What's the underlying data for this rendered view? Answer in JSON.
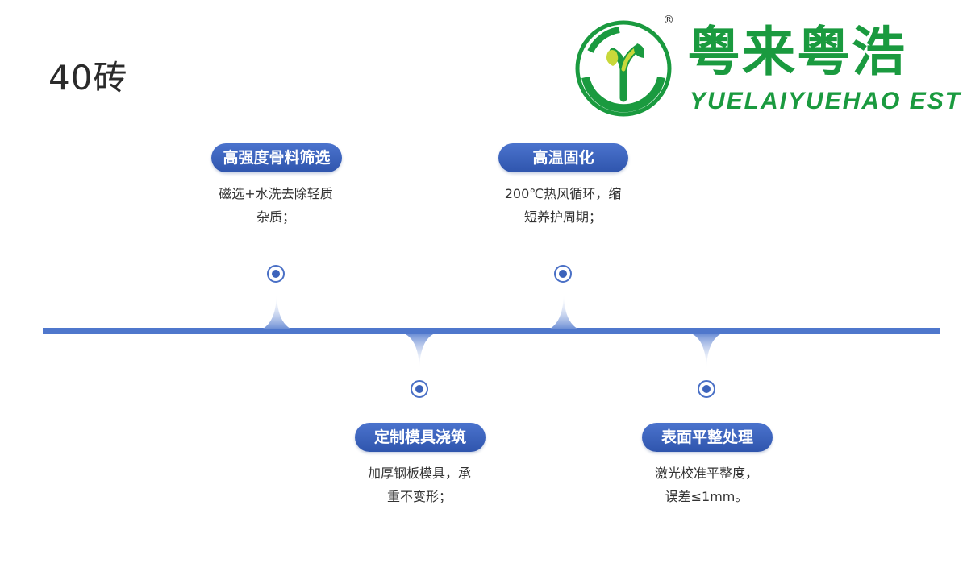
{
  "page_title": "40砖",
  "logo": {
    "name_cn": "粤来粤浩",
    "name_en": "YUELAIYUEHAO EST",
    "registered_mark": "®",
    "brand_color": "#1a9a3f"
  },
  "timeline": {
    "line_color": "#4f77cc",
    "steps": [
      {
        "position": "above",
        "title": "高强度骨料筛选",
        "desc_line1": "磁选+水洗去除轻质",
        "desc_line2": "杂质；"
      },
      {
        "position": "below",
        "title": "定制模具浇筑",
        "desc_line1": "加厚钢板模具，承",
        "desc_line2": "重不变形；"
      },
      {
        "position": "above",
        "title": "高温固化",
        "desc_line1": "200℃热风循环，缩",
        "desc_line2": "短养护周期；"
      },
      {
        "position": "below",
        "title": "表面平整处理",
        "desc_line1": "激光校准平整度，",
        "desc_line2": "误差≤1mm。"
      }
    ]
  }
}
